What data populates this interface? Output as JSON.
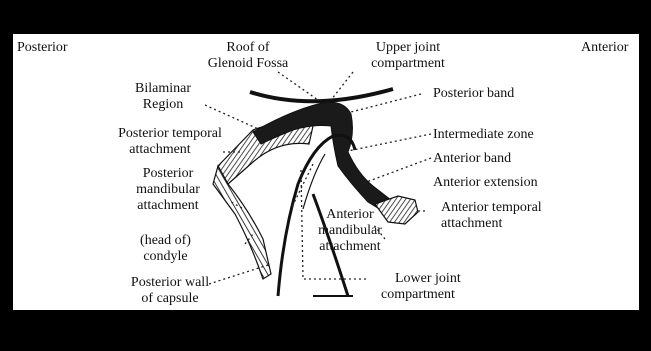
{
  "labels": {
    "posterior": "Posterior",
    "anterior": "Anterior",
    "roof_l1": "Roof of",
    "roof_l2": "Glenoid Fossa",
    "upper_l1": "Upper joint",
    "upper_l2": "compartment",
    "bilaminar_l1": "Bilaminar",
    "bilaminar_l2": "Region",
    "post_band": "Posterior band",
    "post_temp_l1": "Posterior temporal",
    "post_temp_l2": "attachment",
    "inter_zone": "Intermediate zone",
    "ant_band": "Anterior band",
    "ant_ext": "Anterior extension",
    "post_mand_l1": "Posterior",
    "post_mand_l2": "mandibular",
    "post_mand_l3": "attachment",
    "ant_mand_l1": "Anterior",
    "ant_mand_l2": "mandibular",
    "ant_mand_l3": "attachment",
    "ant_temp_l1": "Anterior temporal",
    "ant_temp_l2": "attachment",
    "condyle_l1": "(head of)",
    "condyle_l2": "condyle",
    "post_wall_l1": "Posterior wall",
    "post_wall_l2": "of capsule",
    "lower_l1": "Lower joint",
    "lower_l2": "compartment"
  }
}
